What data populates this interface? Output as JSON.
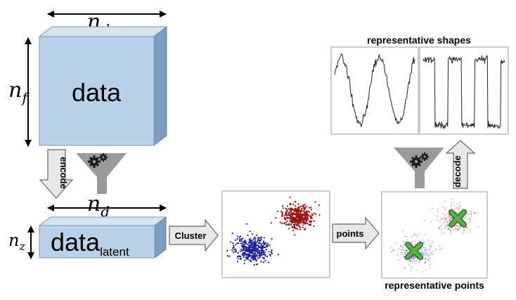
{
  "dimensions": {
    "n_d_top": {
      "base": "n",
      "sub": "d"
    },
    "n_f": {
      "base": "n",
      "sub": "f"
    },
    "n_d_bottom": {
      "base": "n",
      "sub": "d"
    },
    "n_z": {
      "base": "n",
      "sub": "z"
    }
  },
  "blocks": {
    "data_label": "data",
    "latent_label": "data",
    "latent_sub": "latent"
  },
  "arrows": {
    "encode": "encode",
    "cluster": "Cluster",
    "points": "points",
    "decode": "decode"
  },
  "captions": {
    "representative_shapes": "representative shapes",
    "representative_points": "representative points"
  },
  "colors": {
    "block_fill": "#b9d2ea",
    "block_side": "#7f9bbd",
    "block_top": "#d6e4f2",
    "arrow_fill": "#e8e8e8",
    "funnel": "#9a9a9a",
    "cluster_red": "#9b1010",
    "cluster_blue": "#1a1e96",
    "marker_green": "#5bb04a"
  },
  "icons": {
    "filter": "funnel-with-gears-icon",
    "centroid": "x-marker-icon"
  }
}
